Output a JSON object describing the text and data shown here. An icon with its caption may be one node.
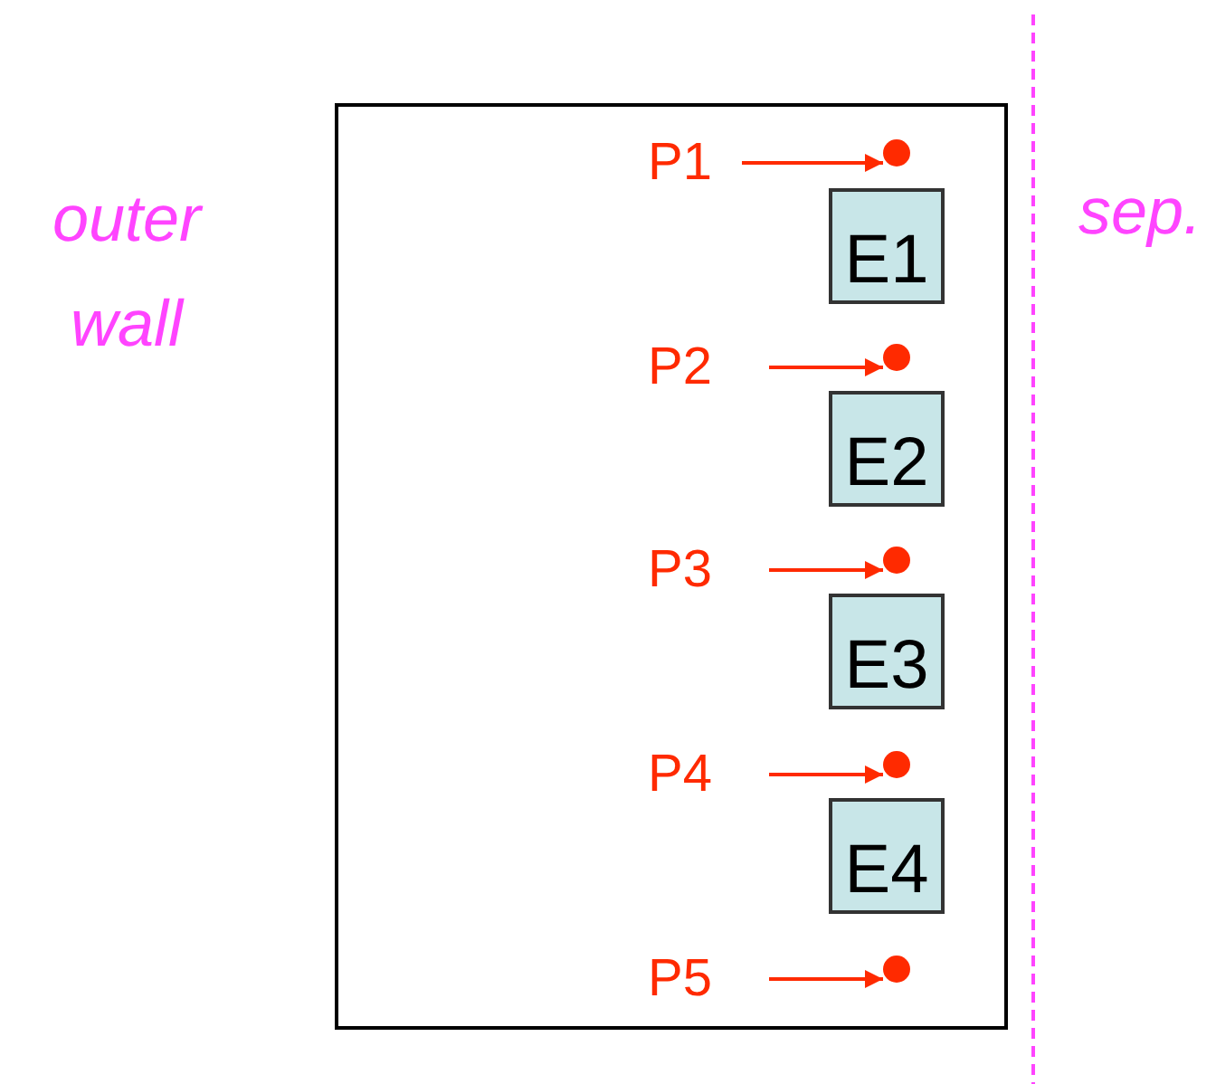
{
  "diagram": {
    "nodes": [
      {
        "text": [],
        "shape": "box"
      },
      {
        "text": [
          "P1"
        ],
        "in": 0
      },
      {
        "text": [],
        "shape": "circle",
        "in": 0
      },
      {
        "text": [
          "E1"
        ],
        "in": 0
      },
      {
        "text": [
          "P2"
        ],
        "in": 0
      },
      {
        "text": [],
        "shape": "circle",
        "in": 0
      },
      {
        "text": [
          "E2"
        ],
        "in": 0
      },
      {
        "text": [
          "P3"
        ],
        "in": 0
      },
      {
        "text": [],
        "shape": "circle",
        "in": 0
      },
      {
        "text": [
          "E3"
        ],
        "in": 0
      },
      {
        "text": [
          "P4"
        ],
        "in": 0
      },
      {
        "text": [],
        "shape": "circle",
        "in": 0
      },
      {
        "text": [
          "E4"
        ],
        "in": 0
      },
      {
        "text": [
          "P5"
        ],
        "in": 0
      },
      {
        "text": [],
        "shape": "circle",
        "in": 0
      }
    ],
    "edges": [
      {
        "from": 1,
        "to": 2,
        "arrow": "to"
      },
      {
        "from": 4,
        "to": 5,
        "arrow": "to"
      },
      {
        "from": 7,
        "to": 8,
        "arrow": "to"
      },
      {
        "from": 10,
        "to": 11,
        "arrow": "to"
      },
      {
        "from": 13,
        "to": 14,
        "arrow": "to"
      }
    ],
    "labels": [
      "outer wall",
      "sep."
    ]
  }
}
